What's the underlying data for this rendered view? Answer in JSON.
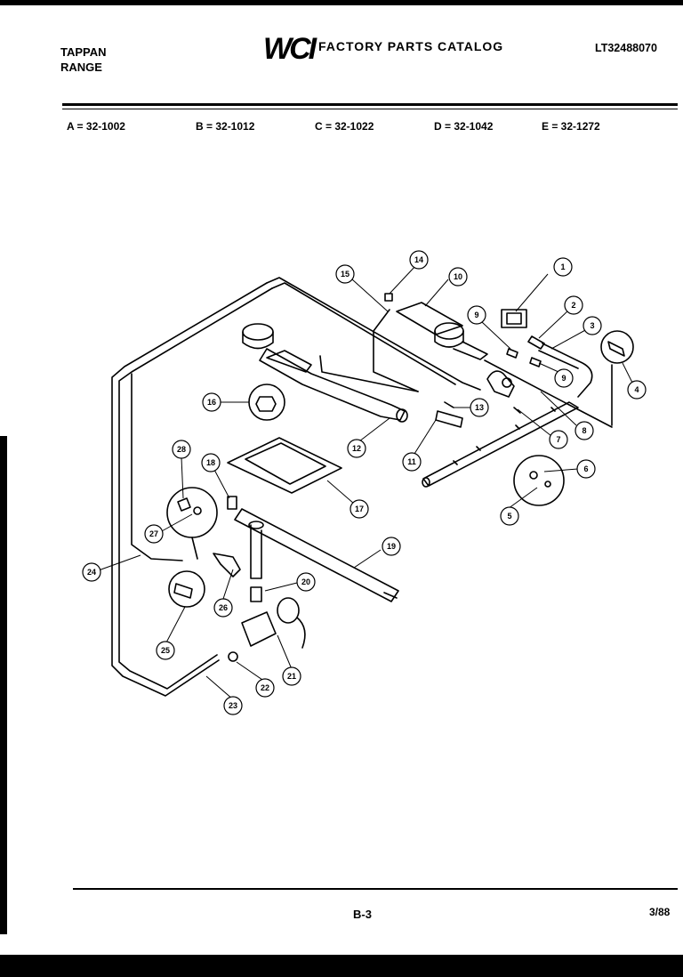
{
  "header": {
    "brand_line1": "TAPPAN",
    "brand_line2": "RANGE",
    "logo": "WCI",
    "catalog_title": "FACTORY PARTS CATALOG",
    "model_number": "LT32488070"
  },
  "variants": [
    {
      "label": "A = 32-1002"
    },
    {
      "label": "B = 32-1012"
    },
    {
      "label": "C = 32-1022"
    },
    {
      "label": "D = 32-1042"
    },
    {
      "label": "E = 32-1272"
    }
  ],
  "callouts": [
    "1",
    "2",
    "3",
    "4",
    "5",
    "6",
    "7",
    "8",
    "9",
    "9",
    "10",
    "11",
    "12",
    "13",
    "14",
    "15",
    "16",
    "17",
    "18",
    "19",
    "20",
    "21",
    "22",
    "23",
    "24",
    "25",
    "26",
    "27",
    "28"
  ],
  "footer": {
    "page_ref": "B-3",
    "date_code": "3/88"
  }
}
